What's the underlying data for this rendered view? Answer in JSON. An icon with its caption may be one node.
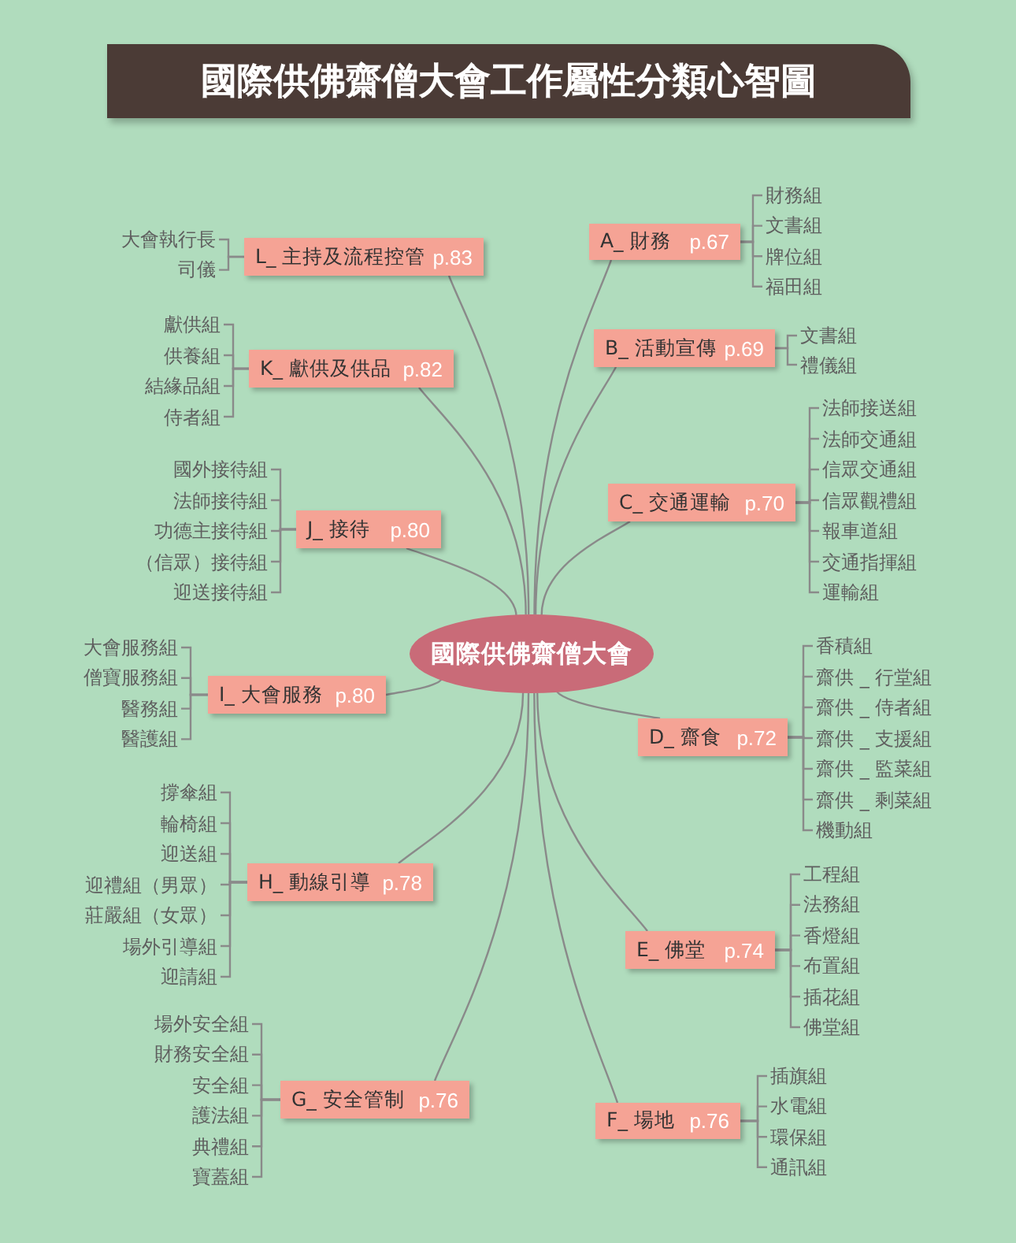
{
  "diagram": {
    "title": "國際供佛齋僧大會工作屬性分類心智圖",
    "nodes": [
      {
        "text": [
          "國際供佛齋僧大會"
        ]
      },
      {
        "text": [
          "A_ 財務",
          "p.67"
        ]
      },
      {
        "text": [
          "財務組"
        ]
      },
      {
        "text": [
          "文書組"
        ]
      },
      {
        "text": [
          "牌位組"
        ]
      },
      {
        "text": [
          "福田組"
        ]
      },
      {
        "text": [
          "B_ 活動宣傳",
          "p.69"
        ]
      },
      {
        "text": [
          "文書組"
        ]
      },
      {
        "text": [
          "禮儀組"
        ]
      },
      {
        "text": [
          "C_ 交通運輸",
          "p.70"
        ]
      },
      {
        "text": [
          "法師接送組"
        ]
      },
      {
        "text": [
          "法師交通組"
        ]
      },
      {
        "text": [
          "信眾交通組"
        ]
      },
      {
        "text": [
          "信眾觀禮組"
        ]
      },
      {
        "text": [
          "報車道組"
        ]
      },
      {
        "text": [
          "交通指揮組"
        ]
      },
      {
        "text": [
          "運輸組"
        ]
      },
      {
        "text": [
          "D_ 齋食",
          "p.72"
        ]
      },
      {
        "text": [
          "香積組"
        ]
      },
      {
        "text": [
          "齋供 _ 行堂組"
        ]
      },
      {
        "text": [
          "齋供 _ 侍者組"
        ]
      },
      {
        "text": [
          "齋供 _ 支援組"
        ]
      },
      {
        "text": [
          "齋供 _ 監菜組"
        ]
      },
      {
        "text": [
          "齋供 _ 剩菜組"
        ]
      },
      {
        "text": [
          "機動組"
        ]
      },
      {
        "text": [
          "E_ 佛堂",
          "p.74"
        ]
      },
      {
        "text": [
          "工程組"
        ]
      },
      {
        "text": [
          "法務組"
        ]
      },
      {
        "text": [
          "香燈組"
        ]
      },
      {
        "text": [
          "布置組"
        ]
      },
      {
        "text": [
          "插花組"
        ]
      },
      {
        "text": [
          "佛堂組"
        ]
      },
      {
        "text": [
          "F_ 場地",
          "p.76"
        ]
      },
      {
        "text": [
          "插旗組"
        ]
      },
      {
        "text": [
          "水電組"
        ]
      },
      {
        "text": [
          "環保組"
        ]
      },
      {
        "text": [
          "通訊組"
        ]
      },
      {
        "text": [
          "G_ 安全管制",
          "p.76"
        ]
      },
      {
        "text": [
          "場外安全組"
        ]
      },
      {
        "text": [
          "財務安全組"
        ]
      },
      {
        "text": [
          "安全組"
        ]
      },
      {
        "text": [
          "護法組"
        ]
      },
      {
        "text": [
          "典禮組"
        ]
      },
      {
        "text": [
          "寶蓋組"
        ]
      },
      {
        "text": [
          "H_ 動線引導",
          "p.78"
        ]
      },
      {
        "text": [
          "撐傘組"
        ]
      },
      {
        "text": [
          "輪椅組"
        ]
      },
      {
        "text": [
          "迎送組"
        ]
      },
      {
        "text": [
          "迎禮組（男眾）"
        ]
      },
      {
        "text": [
          "莊嚴組（女眾）"
        ]
      },
      {
        "text": [
          "場外引導組"
        ]
      },
      {
        "text": [
          "迎請組"
        ]
      },
      {
        "text": [
          "I_ 大會服務",
          "p.80"
        ]
      },
      {
        "text": [
          "大會服務組"
        ]
      },
      {
        "text": [
          "僧寶服務組"
        ]
      },
      {
        "text": [
          "醫務組"
        ]
      },
      {
        "text": [
          "醫護組"
        ]
      },
      {
        "text": [
          "J_ 接待",
          "p.80"
        ]
      },
      {
        "text": [
          "國外接待組"
        ]
      },
      {
        "text": [
          "法師接待組"
        ]
      },
      {
        "text": [
          "功德主接待組"
        ]
      },
      {
        "text": [
          "（信眾）接待組"
        ]
      },
      {
        "text": [
          "迎送接待組"
        ]
      },
      {
        "text": [
          "K_ 獻供及供品",
          "p.82"
        ]
      },
      {
        "text": [
          "獻供組"
        ]
      },
      {
        "text": [
          "供養組"
        ]
      },
      {
        "text": [
          "結緣品組"
        ]
      },
      {
        "text": [
          "侍者組"
        ]
      },
      {
        "text": [
          "L_ 主持及流程控管",
          "p.83"
        ]
      },
      {
        "text": [
          "大會執行長"
        ]
      },
      {
        "text": [
          "司儀"
        ]
      }
    ],
    "edges": [
      {
        "from": 0,
        "to": 1,
        "arrow": "none"
      },
      {
        "from": 0,
        "to": 6,
        "arrow": "none"
      },
      {
        "from": 0,
        "to": 9,
        "arrow": "none"
      },
      {
        "from": 0,
        "to": 17,
        "arrow": "none"
      },
      {
        "from": 0,
        "to": 25,
        "arrow": "none"
      },
      {
        "from": 0,
        "to": 32,
        "arrow": "none"
      },
      {
        "from": 0,
        "to": 37,
        "arrow": "none"
      },
      {
        "from": 0,
        "to": 44,
        "arrow": "none"
      },
      {
        "from": 0,
        "to": 52,
        "arrow": "none"
      },
      {
        "from": 0,
        "to": 57,
        "arrow": "none"
      },
      {
        "from": 0,
        "to": 63,
        "arrow": "none"
      },
      {
        "from": 0,
        "to": 68,
        "arrow": "none"
      },
      {
        "from": 1,
        "to": 2,
        "arrow": "none"
      },
      {
        "from": 1,
        "to": 3,
        "arrow": "none"
      },
      {
        "from": 1,
        "to": 4,
        "arrow": "none"
      },
      {
        "from": 1,
        "to": 5,
        "arrow": "none"
      },
      {
        "from": 6,
        "to": 7,
        "arrow": "none"
      },
      {
        "from": 6,
        "to": 8,
        "arrow": "none"
      },
      {
        "from": 9,
        "to": 10,
        "arrow": "none"
      },
      {
        "from": 9,
        "to": 11,
        "arrow": "none"
      },
      {
        "from": 9,
        "to": 12,
        "arrow": "none"
      },
      {
        "from": 9,
        "to": 13,
        "arrow": "none"
      },
      {
        "from": 9,
        "to": 14,
        "arrow": "none"
      },
      {
        "from": 9,
        "to": 15,
        "arrow": "none"
      },
      {
        "from": 9,
        "to": 16,
        "arrow": "none"
      },
      {
        "from": 17,
        "to": 18,
        "arrow": "none"
      },
      {
        "from": 17,
        "to": 19,
        "arrow": "none"
      },
      {
        "from": 17,
        "to": 20,
        "arrow": "none"
      },
      {
        "from": 17,
        "to": 21,
        "arrow": "none"
      },
      {
        "from": 17,
        "to": 22,
        "arrow": "none"
      },
      {
        "from": 17,
        "to": 23,
        "arrow": "none"
      },
      {
        "from": 17,
        "to": 24,
        "arrow": "none"
      },
      {
        "from": 25,
        "to": 26,
        "arrow": "none"
      },
      {
        "from": 25,
        "to": 27,
        "arrow": "none"
      },
      {
        "from": 25,
        "to": 28,
        "arrow": "none"
      },
      {
        "from": 25,
        "to": 29,
        "arrow": "none"
      },
      {
        "from": 25,
        "to": 30,
        "arrow": "none"
      },
      {
        "from": 25,
        "to": 31,
        "arrow": "none"
      },
      {
        "from": 32,
        "to": 33,
        "arrow": "none"
      },
      {
        "from": 32,
        "to": 34,
        "arrow": "none"
      },
      {
        "from": 32,
        "to": 35,
        "arrow": "none"
      },
      {
        "from": 32,
        "to": 36,
        "arrow": "none"
      },
      {
        "from": 37,
        "to": 38,
        "arrow": "none"
      },
      {
        "from": 37,
        "to": 39,
        "arrow": "none"
      },
      {
        "from": 37,
        "to": 40,
        "arrow": "none"
      },
      {
        "from": 37,
        "to": 41,
        "arrow": "none"
      },
      {
        "from": 37,
        "to": 42,
        "arrow": "none"
      },
      {
        "from": 37,
        "to": 43,
        "arrow": "none"
      },
      {
        "from": 44,
        "to": 45,
        "arrow": "none"
      },
      {
        "from": 44,
        "to": 46,
        "arrow": "none"
      },
      {
        "from": 44,
        "to": 47,
        "arrow": "none"
      },
      {
        "from": 44,
        "to": 48,
        "arrow": "none"
      },
      {
        "from": 44,
        "to": 49,
        "arrow": "none"
      },
      {
        "from": 44,
        "to": 50,
        "arrow": "none"
      },
      {
        "from": 44,
        "to": 51,
        "arrow": "none"
      },
      {
        "from": 52,
        "to": 53,
        "arrow": "none"
      },
      {
        "from": 52,
        "to": 54,
        "arrow": "none"
      },
      {
        "from": 52,
        "to": 55,
        "arrow": "none"
      },
      {
        "from": 52,
        "to": 56,
        "arrow": "none"
      },
      {
        "from": 57,
        "to": 58,
        "arrow": "none"
      },
      {
        "from": 57,
        "to": 59,
        "arrow": "none"
      },
      {
        "from": 57,
        "to": 60,
        "arrow": "none"
      },
      {
        "from": 57,
        "to": 61,
        "arrow": "none"
      },
      {
        "from": 57,
        "to": 62,
        "arrow": "none"
      },
      {
        "from": 63,
        "to": 64,
        "arrow": "none"
      },
      {
        "from": 63,
        "to": 65,
        "arrow": "none"
      },
      {
        "from": 63,
        "to": 66,
        "arrow": "none"
      },
      {
        "from": 63,
        "to": 67,
        "arrow": "none"
      },
      {
        "from": 68,
        "to": 69,
        "arrow": "none"
      },
      {
        "from": 68,
        "to": 70,
        "arrow": "none"
      }
    ]
  }
}
